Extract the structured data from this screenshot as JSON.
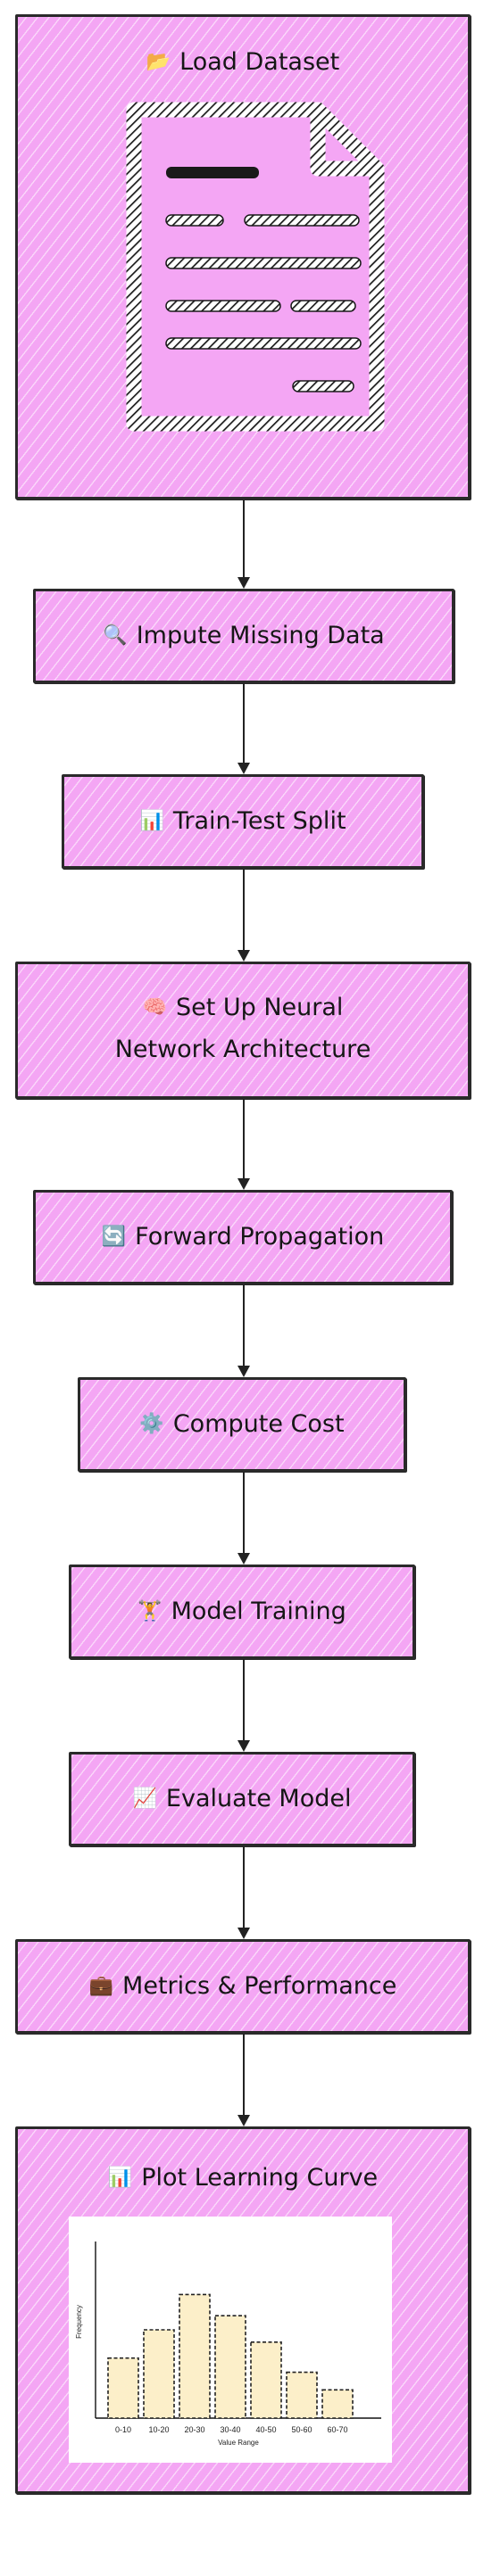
{
  "nodes": [
    {
      "id": "load",
      "label": "Load Dataset",
      "icon": "folder-icon",
      "emoji": "📂"
    },
    {
      "id": "impute",
      "label": "Impute Missing Data",
      "icon": "magnifier-icon",
      "emoji": "🔍"
    },
    {
      "id": "split",
      "label": "Train-Test Split",
      "icon": "bar-chart-icon",
      "emoji": "📊"
    },
    {
      "id": "nn",
      "label_line1": "Set Up Neural",
      "label_line2": "Network Architecture",
      "icon": "brain-icon",
      "emoji": "🧠"
    },
    {
      "id": "fwd",
      "label": "Forward Propagation",
      "icon": "refresh-icon",
      "emoji": "🔄"
    },
    {
      "id": "cost",
      "label": "Compute Cost",
      "icon": "gear-icon",
      "emoji": "⚙️"
    },
    {
      "id": "train",
      "label": "Model Training",
      "icon": "training-icon",
      "emoji": "🏋️"
    },
    {
      "id": "eval",
      "label": "Evaluate Model",
      "icon": "chart-up-icon",
      "emoji": "📈"
    },
    {
      "id": "metrics",
      "label": "Metrics & Performance",
      "icon": "briefcase-icon",
      "emoji": "💼"
    },
    {
      "id": "plot",
      "label": "Plot Learning Curve",
      "icon": "bar-chart-icon",
      "emoji": "📊"
    }
  ],
  "colors": {
    "node_fill": "#f4a6f4",
    "stroke": "#2a2a2a",
    "bar_fill": "#fcefc9"
  },
  "chart_data": {
    "type": "bar",
    "categories": [
      "0-10",
      "10-20",
      "20-30",
      "30-40",
      "40-50",
      "50-60",
      "60-70"
    ],
    "values": [
      34,
      50,
      70,
      58,
      43,
      26,
      16
    ],
    "xlabel": "Value Range",
    "ylabel": "Frequency",
    "ylim": [
      0,
      100
    ]
  }
}
